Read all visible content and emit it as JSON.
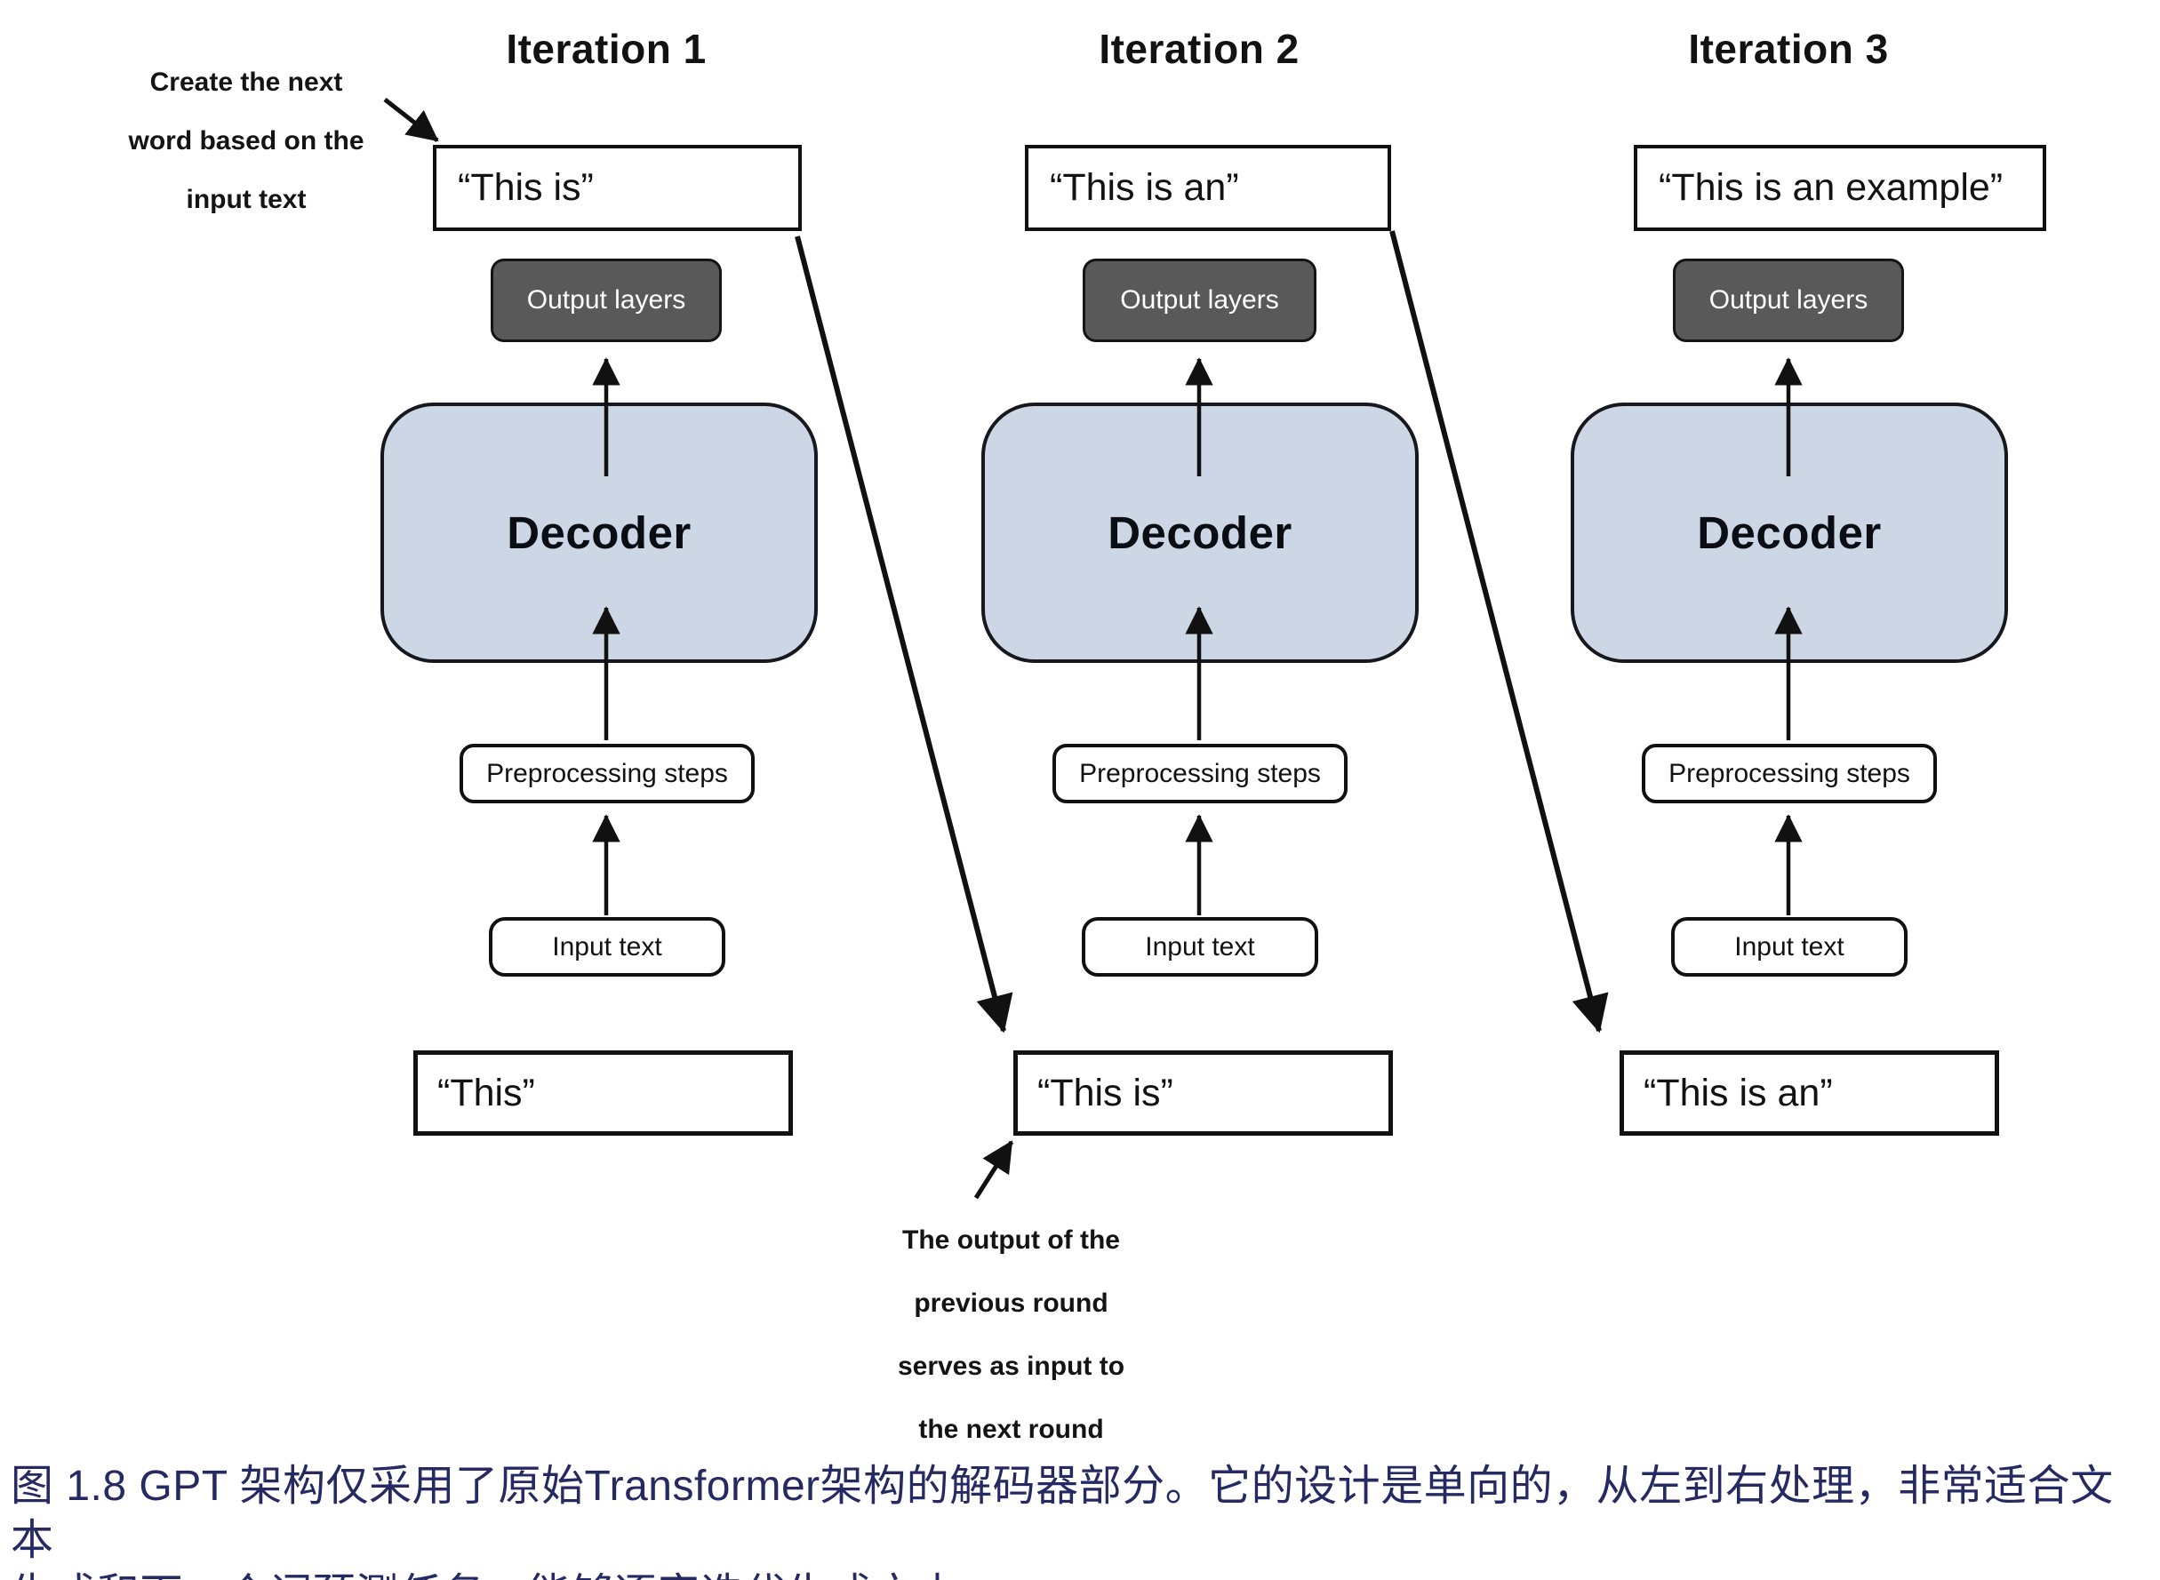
{
  "figure": {
    "annotation_top_left": {
      "line1": "Create the next",
      "line2": "word based on the",
      "line3": "input text"
    },
    "annotation_bottom": {
      "line1": "The output of the",
      "line2": "previous round",
      "line3": "serves as input to",
      "line4": "the next round"
    },
    "iterations": [
      {
        "title": "Iteration 1",
        "generated_text": "“This is”",
        "output_layers_label": "Output layers",
        "decoder_label": "Decoder",
        "preprocessing_label": "Preprocessing steps",
        "input_box_label": "Input text",
        "input_text": "“This”"
      },
      {
        "title": "Iteration 2",
        "generated_text": "“This is an”",
        "output_layers_label": "Output layers",
        "decoder_label": "Decoder",
        "preprocessing_label": "Preprocessing steps",
        "input_box_label": "Input text",
        "input_text": "“This is”"
      },
      {
        "title": "Iteration 3",
        "generated_text": "“This is an example”",
        "output_layers_label": "Output layers",
        "decoder_label": "Decoder",
        "preprocessing_label": "Preprocessing steps",
        "input_box_label": "Input text",
        "input_text": "“This is an”"
      }
    ],
    "caption": {
      "line1": "图 1.8  GPT 架构仅采用了原始Transformer架构的解码器部分。它的设计是单向的，从左到右处理，非常适合文本",
      "line2": "生成和下一个词预测任务，能够逐字迭代生成文本。"
    },
    "colors": {
      "decoder_fill": "#cdd6e4",
      "output_layers_fill": "#595959",
      "box_border": "#111111",
      "caption_text": "#262a63",
      "arrow": "#111111"
    }
  }
}
